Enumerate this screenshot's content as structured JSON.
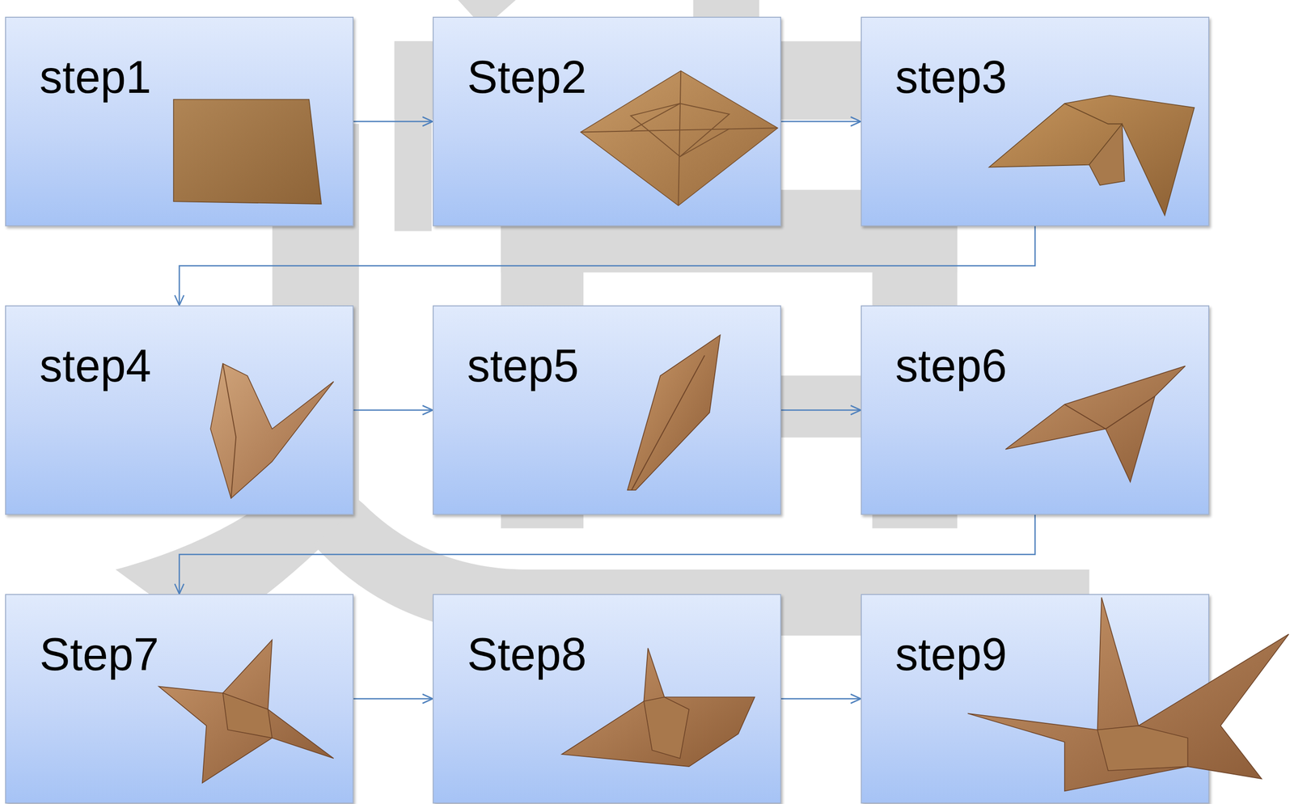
{
  "diagram": {
    "nodes": [
      {
        "text": [
          "step1"
        ]
      },
      {
        "text": [
          "Step2"
        ]
      },
      {
        "text": [
          "step3"
        ]
      },
      {
        "text": [
          "step4"
        ]
      },
      {
        "text": [
          "step5"
        ]
      },
      {
        "text": [
          "step6"
        ]
      },
      {
        "text": [
          "Step7"
        ]
      },
      {
        "text": [
          "Step8"
        ]
      },
      {
        "text": [
          "step9"
        ]
      }
    ],
    "edges": [
      {
        "from": 0,
        "to": 1,
        "arrow": "to"
      },
      {
        "from": 1,
        "to": 2,
        "arrow": "to"
      },
      {
        "from": 2,
        "to": 3,
        "arrow": "to"
      },
      {
        "from": 3,
        "to": 4,
        "arrow": "to"
      },
      {
        "from": 4,
        "to": 5,
        "arrow": "to"
      },
      {
        "from": 5,
        "to": 6,
        "arrow": "to"
      },
      {
        "from": 6,
        "to": 7,
        "arrow": "to"
      },
      {
        "from": 7,
        "to": 8,
        "arrow": "to"
      }
    ]
  }
}
